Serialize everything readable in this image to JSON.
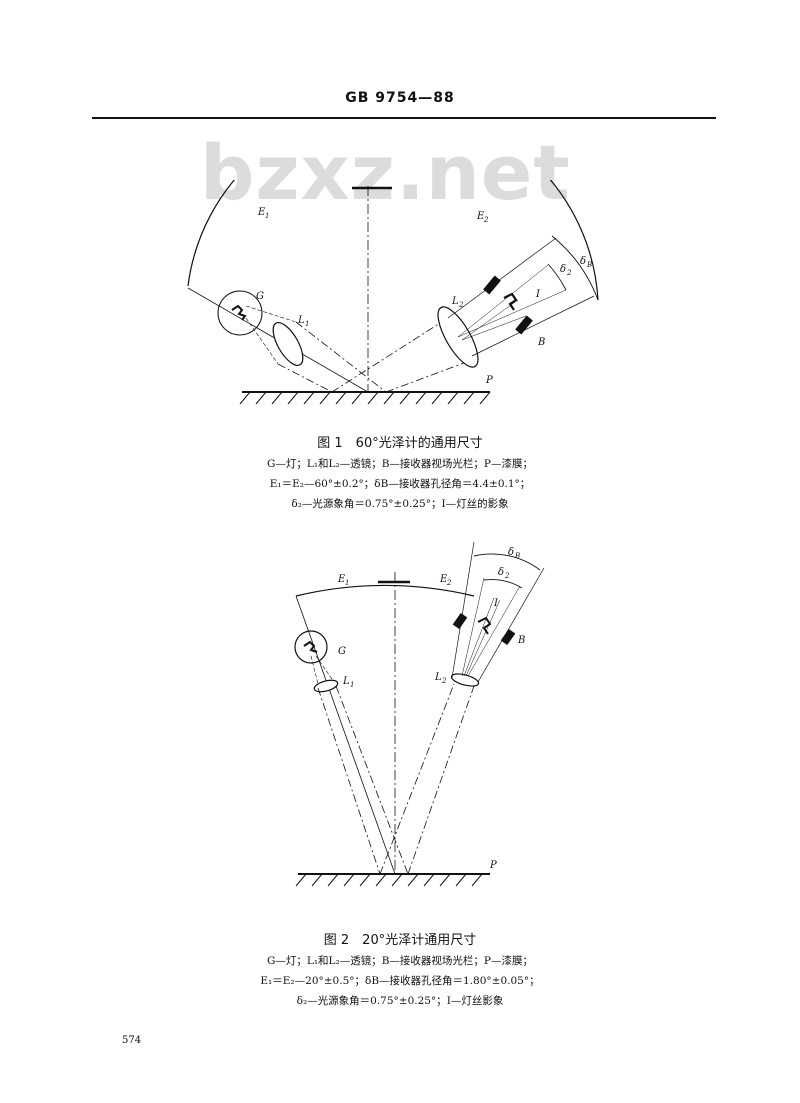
{
  "header": {
    "code": "GB 9754—88"
  },
  "watermark": "bzxz.net",
  "figure1": {
    "caption_title": "图 1　60°光泽计的通用尺寸",
    "caption_lines": [
      "G—灯；L₁和L₂—透镜；B—接收器视场光栏；P—漆膜；",
      "E₁＝E₂—60°±0.2°；δB—接收器孔径角＝4.4±0.1°；",
      "δ₂—光源象角＝0.75°±0.25°；I—灯丝的影象"
    ],
    "labels": {
      "E1": "E",
      "E1_sub": "1",
      "E2": "E",
      "E2_sub": "2",
      "G": "G",
      "L1": "L",
      "L1_sub": "1",
      "L2": "L",
      "L2_sub": "2",
      "B": "B",
      "I": "I",
      "P": "P",
      "dB": "δ",
      "dB_sub": "B",
      "d2": "δ",
      "d2_sub": "2"
    }
  },
  "figure2": {
    "caption_title": "图 2　20°光泽计通用尺寸",
    "caption_lines": [
      "G—灯；L₁和L₂—透镜；B—接收器视场光栏；P—漆膜；",
      "E₁＝E₂—20°±0.5°；δB—接收器孔径角＝1.80°±0.05°；",
      "δ₂—光源象角＝0.75°±0.25°；I—灯丝影象"
    ],
    "labels": {
      "E1": "E",
      "E1_sub": "1",
      "E2": "E",
      "E2_sub": "2",
      "G": "G",
      "L1": "L",
      "L1_sub": "1",
      "L2": "L",
      "L2_sub": "2",
      "B": "B",
      "I": "I",
      "P": "P",
      "dB": "δ",
      "dB_sub": "B",
      "d2": "δ",
      "d2_sub": "2"
    }
  },
  "page_number": "574"
}
